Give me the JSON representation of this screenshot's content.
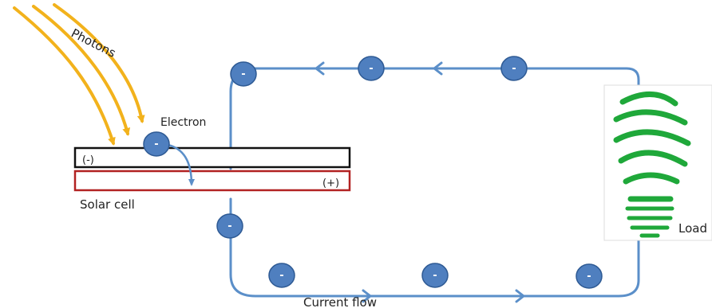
{
  "labels": {
    "photons": "Photons",
    "electron": "Electron",
    "negative_terminal": "(-)",
    "positive_terminal": "(+)",
    "solar_cell": "Solar cell",
    "load": "Load",
    "current_flow": "Current flow"
  },
  "electron_symbol": "-",
  "colors": {
    "photon": "#f2b21c",
    "wire": "#5b8fc9",
    "electron_fill": "#4f7fbf",
    "electron_stroke": "#2e5a94",
    "cell_top_border": "#111111",
    "cell_bottom_border": "#b22222",
    "bulb": "#1fa83a"
  },
  "icons": [
    "light-bulb-icon",
    "photon-arrow-icon",
    "electron-icon"
  ]
}
